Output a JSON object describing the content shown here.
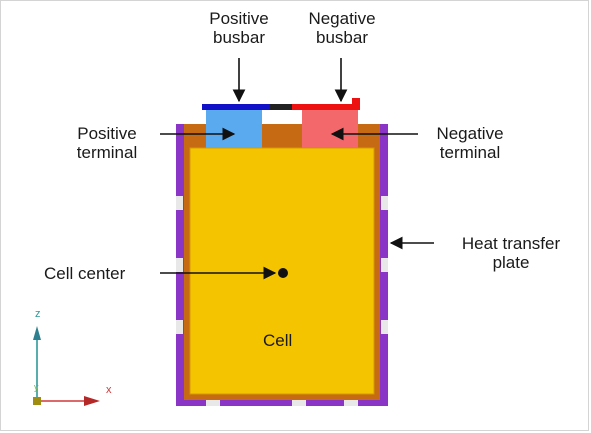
{
  "labels": {
    "positive_busbar": [
      "Positive",
      "busbar"
    ],
    "negative_busbar": [
      "Negative",
      "busbar"
    ],
    "positive_terminal": [
      "Positive",
      "terminal"
    ],
    "negative_terminal": [
      "Negative",
      "terminal"
    ],
    "heat_transfer_plate": [
      "Heat transfer",
      "plate"
    ],
    "cell_center": "Cell center",
    "cell": "Cell"
  },
  "axes": {
    "z": "z",
    "y": "y",
    "x": "x"
  },
  "colors": {
    "cell": "#f5c400",
    "cell_border": "#c66a14",
    "plate": "#8a35c6",
    "positive_terminal": "#5aaaf0",
    "negative_terminal": "#f3686a",
    "positive_busbar": "#1111c8",
    "negative_busbar": "#ee1111"
  }
}
